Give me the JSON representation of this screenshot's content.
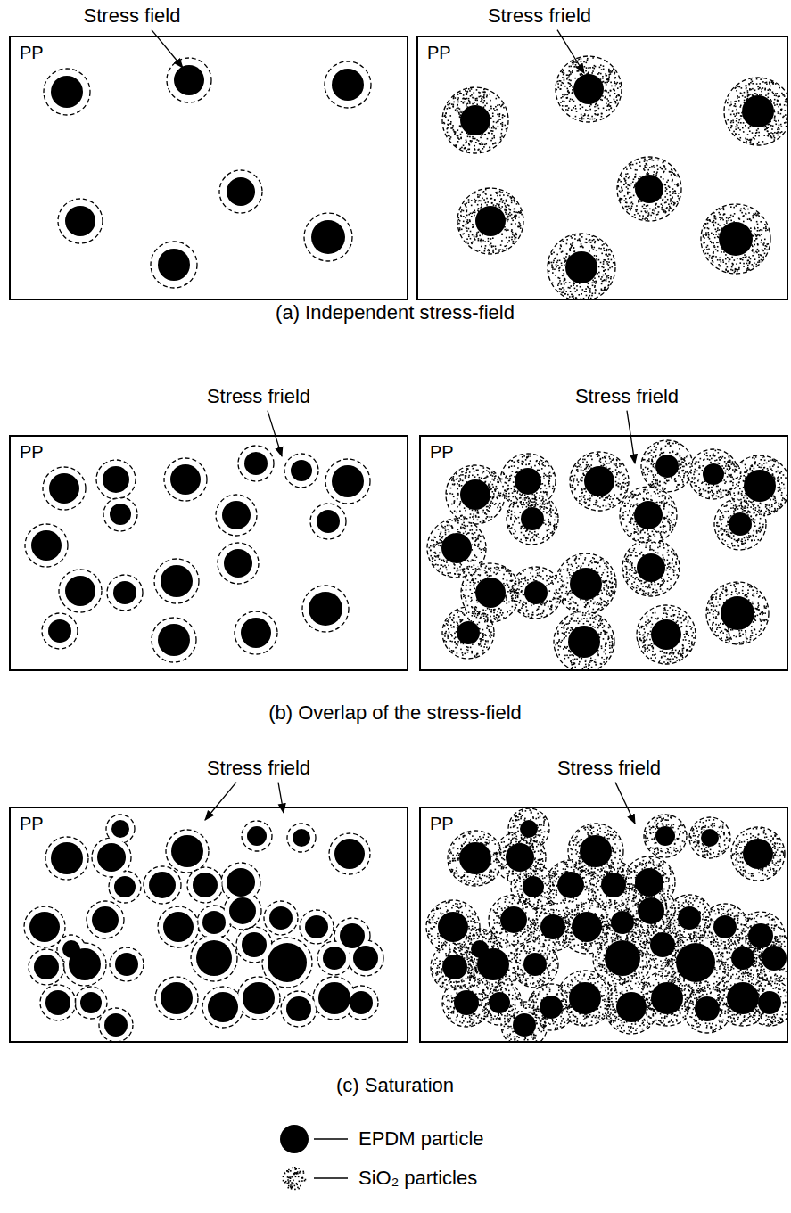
{
  "diagram": {
    "nodes": [
      {
        "text": [
          "PP"
        ]
      },
      {
        "text": [
          "PP"
        ]
      },
      {
        "text": [
          "PP"
        ]
      },
      {
        "text": [
          "PP"
        ]
      },
      {
        "text": [
          "PP"
        ]
      },
      {
        "text": [
          "PP"
        ]
      }
    ],
    "labels": [
      "Stress field",
      "Stress frield",
      "(a) Independent stress-field",
      "Stress frield",
      "Stress frield",
      "(b) Overlap of the stress-field",
      "Stress frield",
      "Stress frield",
      "(c) Saturation"
    ],
    "legend": [
      {
        "text": "EPDM particle"
      },
      {
        "text": "SiO₂ particles"
      }
    ]
  }
}
